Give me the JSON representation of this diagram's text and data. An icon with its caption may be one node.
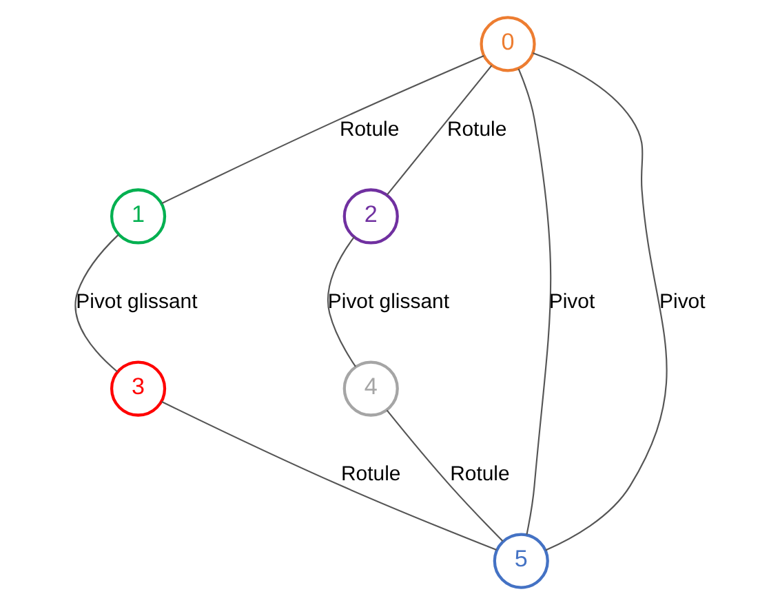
{
  "diagram": {
    "nodes": [
      {
        "text": [
          "0"
        ]
      },
      {
        "text": [
          "1"
        ]
      },
      {
        "text": [
          "2"
        ]
      },
      {
        "text": [
          "3"
        ]
      },
      {
        "text": [
          "4"
        ]
      },
      {
        "text": [
          "5"
        ]
      }
    ],
    "edges": [
      {
        "from": 0,
        "to": 1,
        "arrow": "none",
        "label": "Rotule"
      },
      {
        "from": 0,
        "to": 2,
        "arrow": "none",
        "label": "Rotule"
      },
      {
        "from": 1,
        "to": 3,
        "arrow": "none",
        "label": "Pivot glissant"
      },
      {
        "from": 2,
        "to": 4,
        "arrow": "none",
        "label": "Pivot glissant"
      },
      {
        "from": 3,
        "to": 5,
        "arrow": "none",
        "label": "Rotule"
      },
      {
        "from": 4,
        "to": 5,
        "arrow": "none",
        "label": "Rotule"
      },
      {
        "from": 0,
        "to": 5,
        "arrow": "none",
        "label": "Pivot"
      },
      {
        "from": 0,
        "to": 5,
        "arrow": "none",
        "label": "Pivot"
      }
    ]
  }
}
